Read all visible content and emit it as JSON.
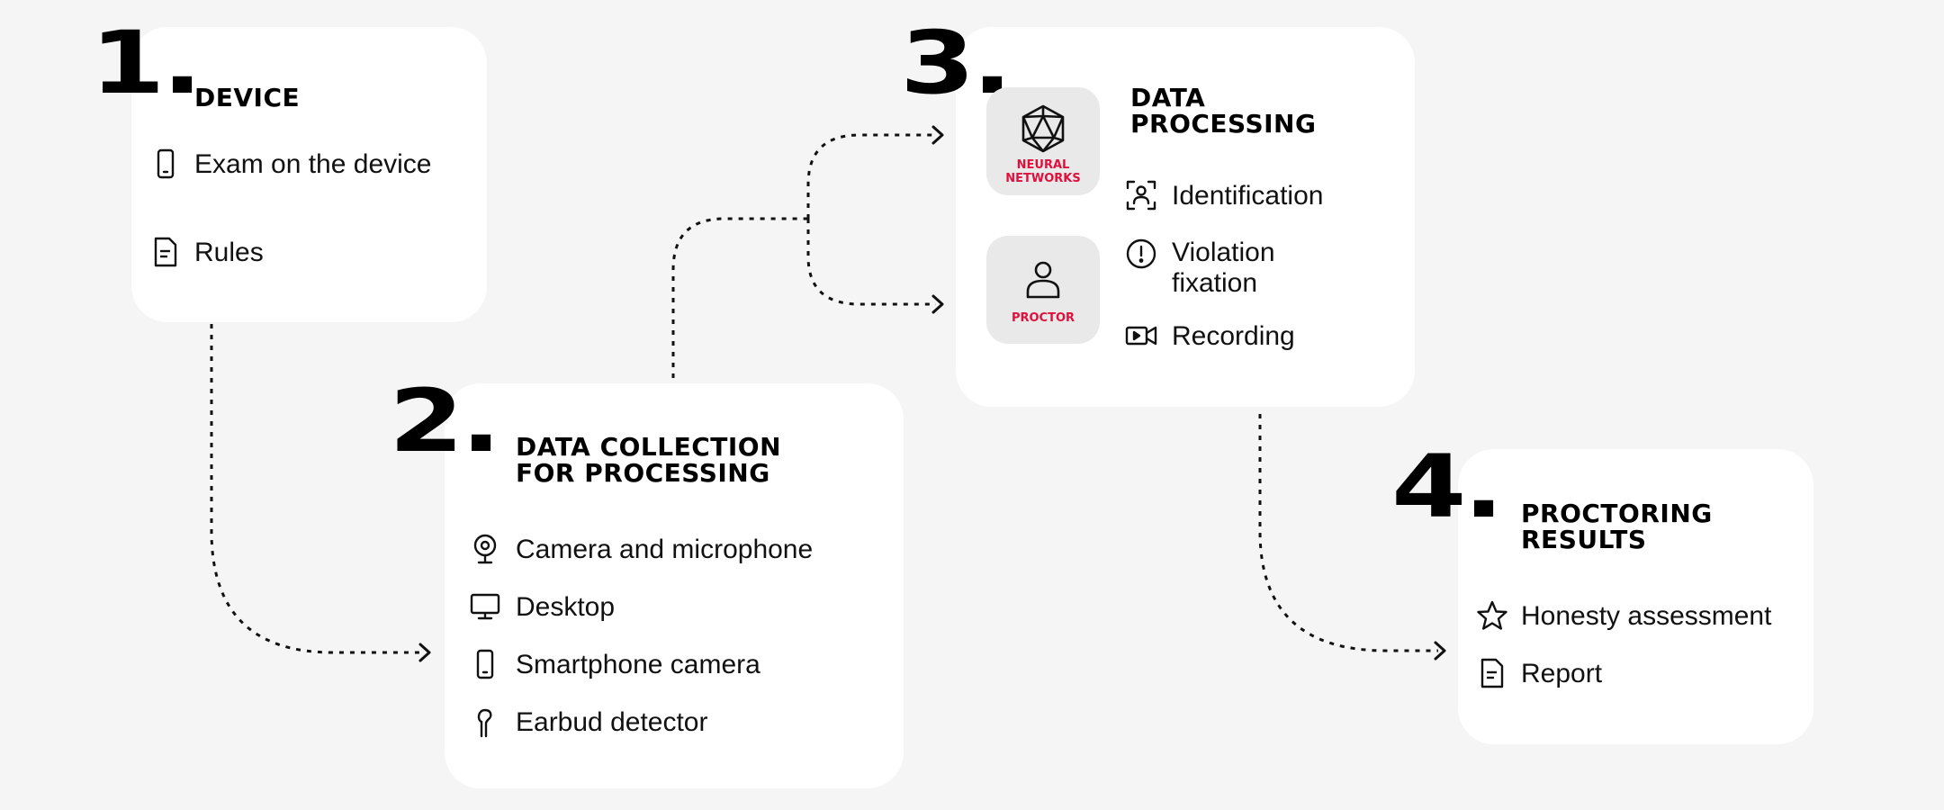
{
  "steps": [
    {
      "number": "1.",
      "title": "DEVICE",
      "items": [
        {
          "icon": "smartphone-icon",
          "label": "Exam on the device"
        },
        {
          "icon": "document-icon",
          "label": "Rules"
        }
      ]
    },
    {
      "number": "2.",
      "title_lines": [
        "DATA COLLECTION",
        "FOR PROCESSING"
      ],
      "items": [
        {
          "icon": "webcam-icon",
          "label": "Camera and microphone"
        },
        {
          "icon": "monitor-icon",
          "label": "Desktop"
        },
        {
          "icon": "smartphone-icon",
          "label": "Smartphone camera"
        },
        {
          "icon": "earbud-icon",
          "label": "Earbud detector"
        }
      ]
    },
    {
      "number": "3.",
      "title_lines": [
        "DATA",
        "PROCESSING"
      ],
      "sources": [
        {
          "icon": "neural-network-icon",
          "label": "NEURAL\nNETWORKS"
        },
        {
          "icon": "person-icon",
          "label": "PROCTOR"
        }
      ],
      "items": [
        {
          "icon": "face-scan-icon",
          "label": "Identification"
        },
        {
          "icon": "alert-circle-icon",
          "label_lines": [
            "Violation",
            "fixation"
          ]
        },
        {
          "icon": "video-camera-icon",
          "label": "Recording"
        }
      ]
    },
    {
      "number": "4.",
      "title_lines": [
        "PROCTORING",
        "RESULTS"
      ],
      "items": [
        {
          "icon": "star-icon",
          "label": "Honesty assessment"
        },
        {
          "icon": "document-icon",
          "label": "Report"
        }
      ]
    }
  ],
  "colors": {
    "accent": "#e0103c",
    "card": "#ffffff",
    "tile": "#e9e9e9",
    "background": "#f5f5f5"
  }
}
